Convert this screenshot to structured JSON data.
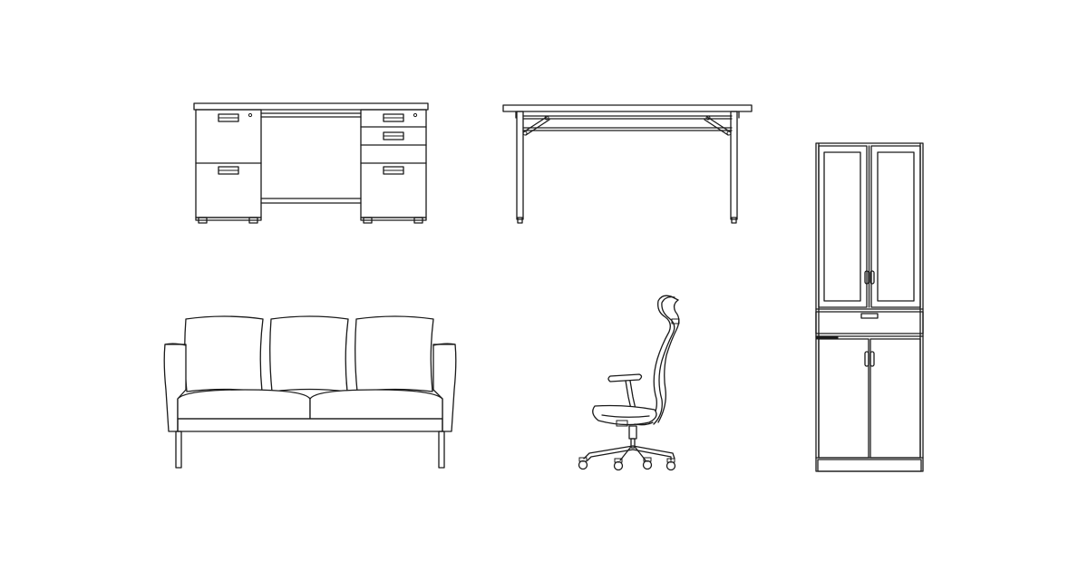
{
  "colors": {
    "background": "#ffffff",
    "line": "#1a1a1a"
  },
  "items": [
    {
      "key": "desk",
      "icon": "office-desk-icon"
    },
    {
      "key": "folding_table",
      "icon": "folding-table-icon"
    },
    {
      "key": "sofa",
      "icon": "three-seat-sofa-icon"
    },
    {
      "key": "office_chair",
      "icon": "office-chair-icon"
    },
    {
      "key": "cabinet",
      "icon": "glass-door-cabinet-icon"
    }
  ]
}
